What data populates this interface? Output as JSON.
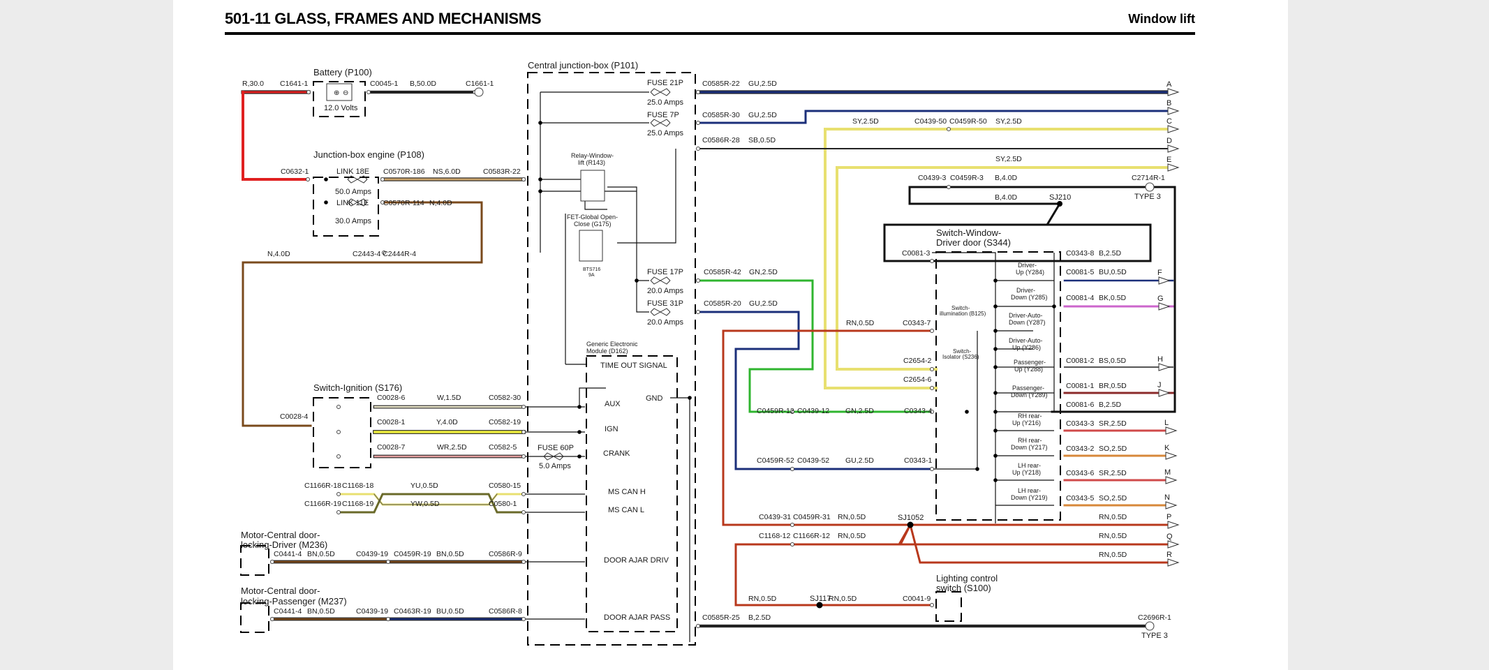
{
  "header": {
    "title": "501-11 GLASS, FRAMES AND MECHANISMS",
    "section": "Window lift"
  },
  "colors": {
    "red": "#e02020",
    "blue": "#1a3a7a",
    "yellow": "#e8e070",
    "slate": "#303030",
    "green": "#2fb52f",
    "brown": "#7a4a1c",
    "rust": "#b8381c",
    "violet": "#cc66cc",
    "navy": "#1b2f7a",
    "salmon": "#d04a4a",
    "orange": "#d7883a",
    "olive": "#6a6a2a"
  },
  "components": [
    {
      "key": "battery",
      "label": "Battery (P100)"
    },
    {
      "key": "battery_v",
      "label": "12.0 Volts"
    },
    {
      "key": "jb_engine",
      "label": "Junction-box engine (P108)"
    },
    {
      "key": "link18",
      "label": "LINK 18E"
    },
    {
      "key": "link18a",
      "label": "50.0 Amps"
    },
    {
      "key": "link11",
      "label": "LINK 11E"
    },
    {
      "key": "link11a",
      "label": "30.0 Amps"
    },
    {
      "key": "cjb",
      "label": "Central junction-box (P101)"
    },
    {
      "key": "fuse21",
      "label": "FUSE 21P"
    },
    {
      "key": "fuse21a",
      "label": "25.0 Amps"
    },
    {
      "key": "fuse7",
      "label": "FUSE 7P"
    },
    {
      "key": "fuse7a",
      "label": "25.0 Amps"
    },
    {
      "key": "relay1",
      "label": "Relay-Window-"
    },
    {
      "key": "relay2",
      "label": "lift (R143)"
    },
    {
      "key": "fet1",
      "label": "FET-Global Open-"
    },
    {
      "key": "fet2",
      "label": "Close (G175)"
    },
    {
      "key": "bts1",
      "label": "BTS716"
    },
    {
      "key": "bts2",
      "label": "9A"
    },
    {
      "key": "fuse17",
      "label": "FUSE 17P"
    },
    {
      "key": "fuse17a",
      "label": "20.0 Amps"
    },
    {
      "key": "fuse31",
      "label": "FUSE 31P"
    },
    {
      "key": "fuse31a",
      "label": "20.0 Amps"
    },
    {
      "key": "gem1",
      "label": "Generic Electronic"
    },
    {
      "key": "gem2",
      "label": "Module (D162)"
    },
    {
      "key": "timeout",
      "label": "TIME OUT SIGNAL"
    },
    {
      "key": "gnd",
      "label": "GND"
    },
    {
      "key": "aux",
      "label": "AUX"
    },
    {
      "key": "ign",
      "label": "IGN"
    },
    {
      "key": "crank",
      "label": "CRANK"
    },
    {
      "key": "fuse60",
      "label": "FUSE 60P"
    },
    {
      "key": "fuse60a",
      "label": "5.0 Amps"
    },
    {
      "key": "mscanh",
      "label": "MS CAN H"
    },
    {
      "key": "mscanl",
      "label": "MS CAN L"
    },
    {
      "key": "dooradriv",
      "label": "DOOR AJAR DRIV"
    },
    {
      "key": "dooradpass",
      "label": "DOOR AJAR PASS"
    },
    {
      "key": "sw_ign",
      "label": "Switch-Ignition (S176)"
    },
    {
      "key": "mot_drv1",
      "label": "Motor-Central door-"
    },
    {
      "key": "mot_drv2",
      "label": "locking-Driver (M236)"
    },
    {
      "key": "mot_pas1",
      "label": "Motor-Central door-"
    },
    {
      "key": "mot_pas2",
      "label": "locking-Passenger (M237)"
    },
    {
      "key": "swwin1",
      "label": "Switch-Window-"
    },
    {
      "key": "swwin2",
      "label": "Driver door (S344)"
    },
    {
      "key": "swillum1",
      "label": "Switch-"
    },
    {
      "key": "swillum2",
      "label": "illumination (B125)"
    },
    {
      "key": "swiso1",
      "label": "Switch-"
    },
    {
      "key": "swiso2",
      "label": "Isolator (S236)"
    },
    {
      "key": "drvup1",
      "label": "Driver-"
    },
    {
      "key": "drvup2",
      "label": "Up (Y284)"
    },
    {
      "key": "drvdn1",
      "label": "Driver-"
    },
    {
      "key": "drvdn2",
      "label": "Down (Y285)"
    },
    {
      "key": "drvautodn1",
      "label": "Driver-Auto-"
    },
    {
      "key": "drvautodn2",
      "label": "Down (Y287)"
    },
    {
      "key": "drvautoup1",
      "label": "Driver-Auto-"
    },
    {
      "key": "drvautoup2",
      "label": "Up (Y286)"
    },
    {
      "key": "pasup1",
      "label": "Passenger-"
    },
    {
      "key": "pasup2",
      "label": "Up (Y288)"
    },
    {
      "key": "pasdn1",
      "label": "Passenger-"
    },
    {
      "key": "pasdn2",
      "label": "Down (Y289)"
    },
    {
      "key": "rhup1",
      "label": "RH rear-"
    },
    {
      "key": "rhup2",
      "label": "Up (Y216)"
    },
    {
      "key": "rhdn1",
      "label": "RH rear-"
    },
    {
      "key": "rhdn2",
      "label": "Down (Y217)"
    },
    {
      "key": "lhup1",
      "label": "LH rear-"
    },
    {
      "key": "lhup2",
      "label": "Up (Y218)"
    },
    {
      "key": "lhdn1",
      "label": "LH rear-"
    },
    {
      "key": "lhdn2",
      "label": "Down (Y219)"
    },
    {
      "key": "light1",
      "label": "Lighting control"
    },
    {
      "key": "light2",
      "label": "switch (S100)"
    },
    {
      "key": "sj210",
      "label": "SJ210"
    },
    {
      "key": "sj1052",
      "label": "SJ1052"
    },
    {
      "key": "sj117",
      "label": "SJ117"
    },
    {
      "key": "type3a",
      "label": "TYPE 3"
    },
    {
      "key": "type3b",
      "label": "TYPE 3"
    }
  ],
  "wire_labels": [
    "R,30.0",
    "C1641-1",
    "C0045-1",
    "B,50.0D",
    "C1661-1",
    "C0632-1",
    "C0570R-186",
    "NS,6.0D",
    "C0583R-22",
    "C0570R-114",
    "N,4.0D",
    "N,4.0D",
    "C2443-4 C2444R-4",
    "C0585R-22",
    "GU,2.5D",
    "C0585R-30",
    "GU,2.5D",
    "C0586R-28",
    "SB,0.5D",
    "SY,2.5D",
    "C0439-50",
    "C0459R-50",
    "SY,2.5D",
    "SY,2.5D",
    "C0439-3",
    "C0459R-3",
    "B,4.0D",
    "C2714R-1",
    "B,4.0D",
    "C0081-3",
    "C0343-8",
    "B,2.5D",
    "C0585R-42",
    "GN,2.5D",
    "C0585R-20",
    "GU,2.5D",
    "C0081-5",
    "BU,0.5D",
    "C0081-4",
    "BK,0.5D",
    "RN,0.5D",
    "C0343-7",
    "C2654-2",
    "C2654-6",
    "C0081-2",
    "BS,0.5D",
    "C0081-1",
    "BR,0.5D",
    "C0081-6",
    "B,2.5D",
    "C0459R-12",
    "C0439-12",
    "GN,2.5D",
    "C0343-4",
    "C0343-3",
    "SR,2.5D",
    "C0343-2",
    "SO,2.5D",
    "C0459R-52",
    "C0439-52",
    "GU,2.5D",
    "C0343-1",
    "C0343-6",
    "SR,2.5D",
    "C0343-5",
    "SO,2.5D",
    "C0439-31",
    "C0459R-31",
    "RN,0.5D",
    "RN,0.5D",
    "C1168-12",
    "C1166R-12",
    "RN,0.5D",
    "RN,0.5D",
    "RN,0.5D",
    "RN,0.5D",
    "RN,0.5D",
    "C0041-9",
    "C0585R-25",
    "B,2.5D",
    "C2696R-1",
    "C0028-6",
    "W,1.5D",
    "C0582-30",
    "C0028-4",
    "C0028-1",
    "Y,4.0D",
    "C0582-19",
    "C0028-7",
    "WR,2.5D",
    "C0582-5",
    "C1166R-18",
    "C1168-18",
    "YU,0.5D",
    "C0580-15",
    "C1166R-19",
    "C1168-19",
    "YW,0.5D",
    "C0580-1",
    "C0441-4",
    "BN,0.5D",
    "C0439-19",
    "C0459R-19",
    "BN,0.5D",
    "C0586R-9",
    "C0441-4",
    "BN,0.5D",
    "C0439-19",
    "C0463R-19",
    "BU,0.5D",
    "C0586R-8"
  ],
  "outputs": [
    "A",
    "B",
    "C",
    "D",
    "E",
    "F",
    "G",
    "H",
    "J",
    "L",
    "K",
    "M",
    "N",
    "P",
    "Q",
    "R"
  ]
}
